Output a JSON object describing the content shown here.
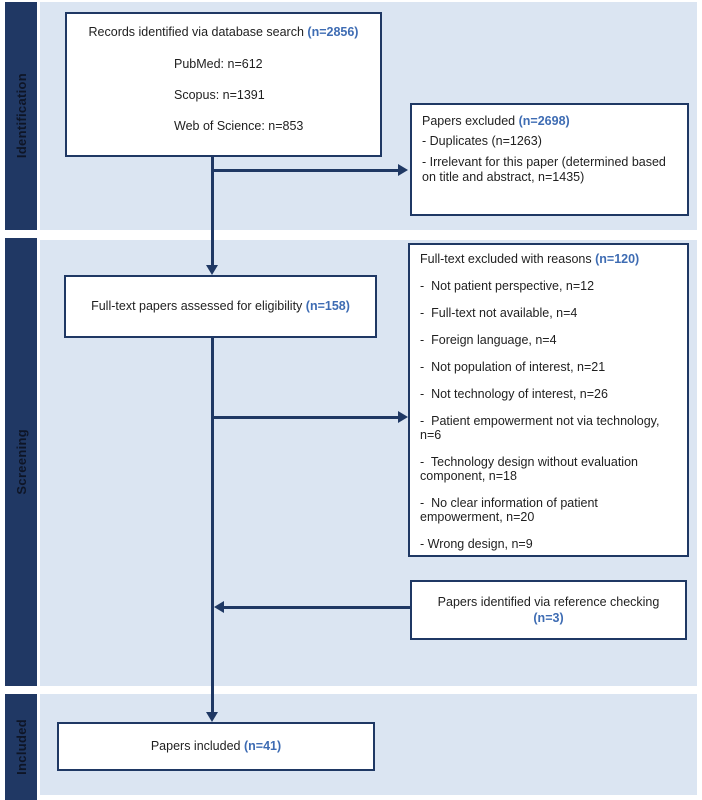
{
  "palette": {
    "navy": "#1f3864",
    "stage_bar": "#203864",
    "panel_blue": "#dbe5f2",
    "accent_blue": "#3e6cb3",
    "text": "#1f1f1f"
  },
  "stages": {
    "identification": "Identification",
    "screening": "Screening",
    "included": "Included"
  },
  "boxes": {
    "records": {
      "title_text": "Records identified via database search",
      "title_n": "(n=2856)",
      "sources": [
        "PubMed: n=612",
        "Scopus: n=1391",
        "Web of Science: n=853"
      ]
    },
    "excluded": {
      "title_text": "Papers excluded",
      "title_n": "(n=2698)",
      "items": [
        "- Duplicates (n=1263)",
        "- Irrelevant for this paper (determined based on title and abstract, n=1435)"
      ]
    },
    "fulltext": {
      "text": "Full-text papers assessed for eligibility",
      "n": "(n=158)"
    },
    "reasons": {
      "title_text": "Full-text excluded with reasons",
      "title_n": "(n=120)",
      "items": [
        "-  Not patient perspective, n=12",
        "-  Full-text not available, n=4",
        "-  Foreign language, n=4",
        "-  Not population of interest, n=21",
        "-  Not technology of interest, n=26",
        "-  Patient empowerment not via technology, n=6",
        "-  Technology design without evaluation component, n=18",
        "-  No clear information of patient empowerment, n=20",
        "- Wrong design, n=9"
      ]
    },
    "reference": {
      "line1": "Papers identified via reference checking",
      "n": "(n=3)"
    },
    "included": {
      "text": "Papers included",
      "n": "(n=41)"
    }
  }
}
